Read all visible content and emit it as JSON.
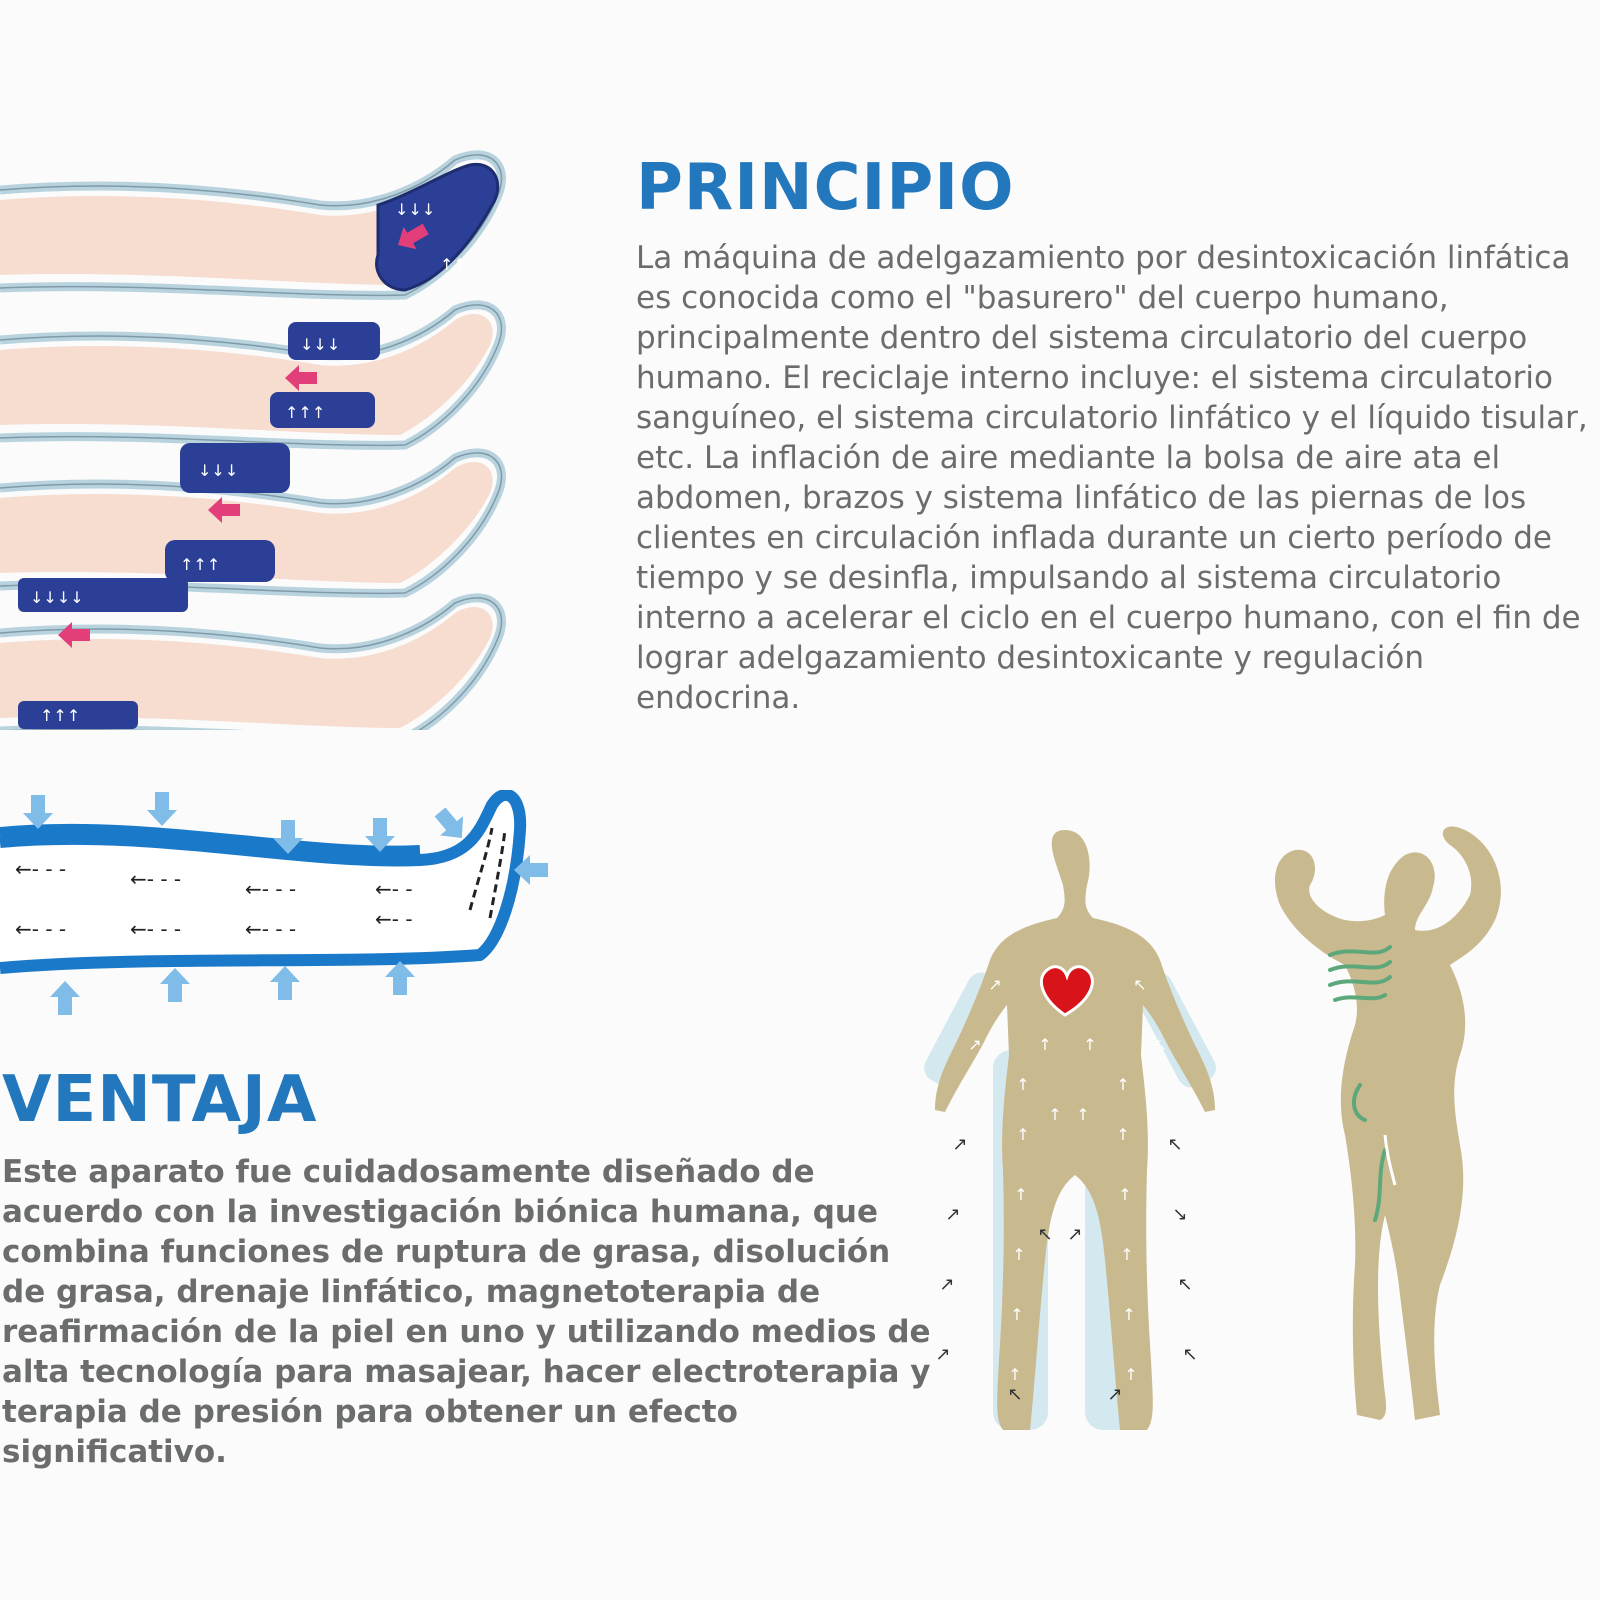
{
  "principio": {
    "title": "PRINCIPIO",
    "body": "La máquina de adelgazamiento por desintoxicación linfática es conocida como el \"basurero\" del cuerpo humano, principalmente dentro del sistema circulatorio del cuerpo humano. El reciclaje interno incluye: el sistema circulatorio sanguíneo, el sistema circulatorio linfático y el líquido tisular, etc. La inflación de aire mediante la bolsa de aire ata el abdomen, brazos y sistema linfático de las piernas de los clientes en circulación inflada durante un cierto período de tiempo y se desinfla, impulsando al sistema circulatorio interno a acelerar el ciclo en el cuerpo humano, con el fin de lograr adelgazamiento desintoxicante y regulación endocrina."
  },
  "ventaja": {
    "title": "VENTAJA",
    "body": "Este aparato fue cuidadosamente diseñado de acuerdo con la investigación biónica humana, que combina funciones de ruptura de grasa, disolución de grasa, drenaje linfático, magnetoterapia de reafirmación de la piel en uno y utilizando medios de alta tecnología para masajear, hacer electroterapia y terapia de presión para obtener un efecto significativo."
  },
  "colors": {
    "heading": "#2378bd",
    "body_text": "#6b6d6d",
    "skin": "#f6ddd0",
    "cuff_blue": "#2b3f96",
    "arrow_pink": "#e23f7a",
    "boot_blue": "#1b79c9",
    "body_tan": "#c9b98e",
    "heart_red": "#d8141a"
  }
}
